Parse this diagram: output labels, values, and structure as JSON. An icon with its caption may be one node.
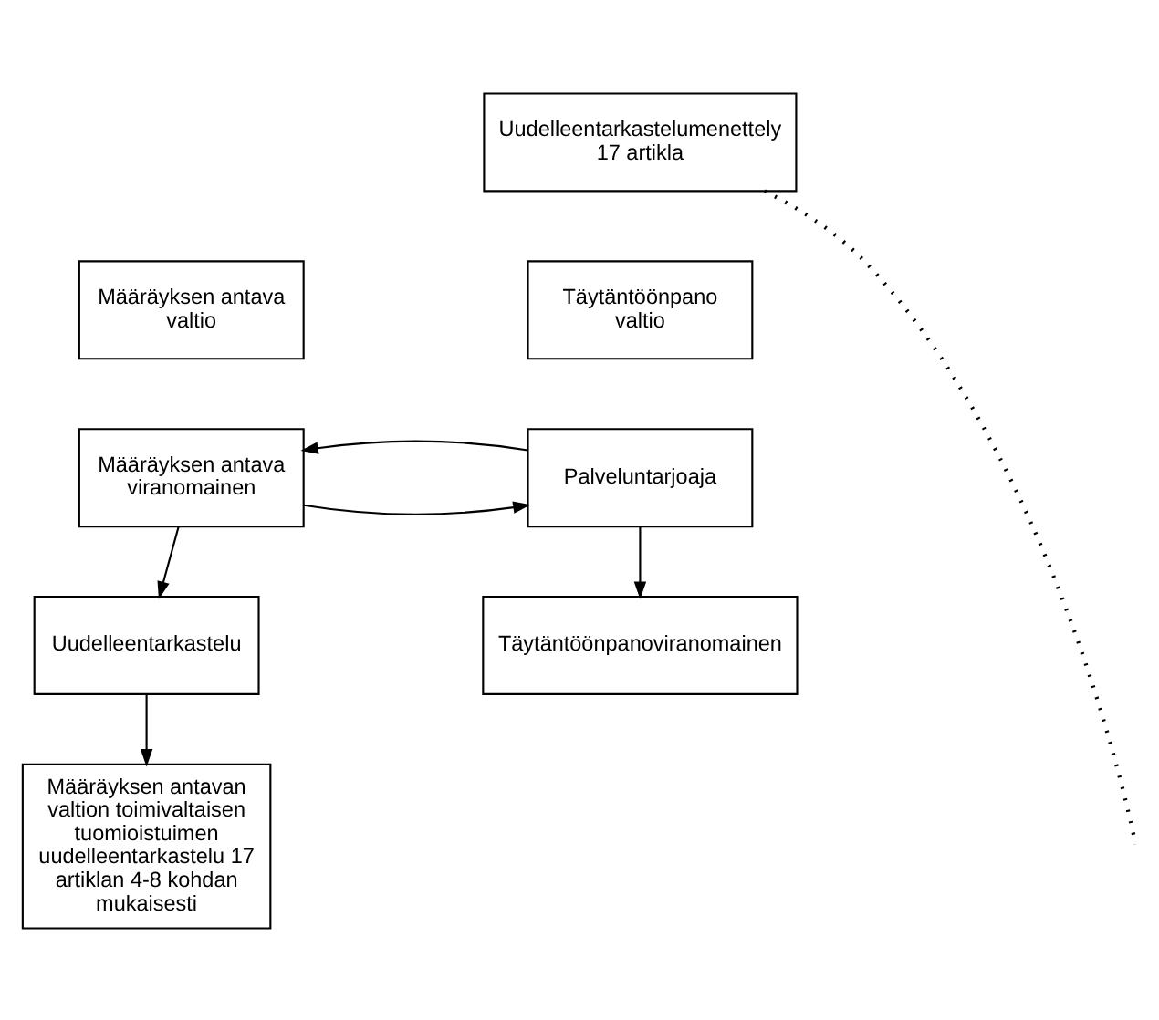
{
  "diagram": {
    "nodes": [
      {
        "text": [
          "Uudelleentarkastelumenettely 17 artikla"
        ]
      },
      {
        "text": [
          "Määräyksen antava valtio"
        ]
      },
      {
        "text": [
          "Täytäntöönpano valtio"
        ]
      },
      {
        "text": [
          "Määräyksen antava viranomainen"
        ]
      },
      {
        "text": [
          "Palveluntarjoaja"
        ]
      },
      {
        "text": [
          "Uudelleentarkastelu"
        ]
      },
      {
        "text": [
          "Täytäntöönpanoviranomainen"
        ]
      },
      {
        "text": [
          "Määräyksen antavan valtion toimivaltaisen tuomioistuimen uudelleentarkastelu 17 artiklan 4-8 kohdan mukaisesti"
        ]
      }
    ],
    "edges": [
      {
        "from": 0,
        "to": null,
        "arrow": "none",
        "style": "dashed"
      },
      {
        "from": 3,
        "to": 4,
        "arrow": "to"
      },
      {
        "from": 4,
        "to": 3,
        "arrow": "to"
      },
      {
        "from": 3,
        "to": 5,
        "arrow": "to"
      },
      {
        "from": 4,
        "to": 6,
        "arrow": "to"
      },
      {
        "from": 5,
        "to": 7,
        "arrow": "to"
      }
    ]
  }
}
